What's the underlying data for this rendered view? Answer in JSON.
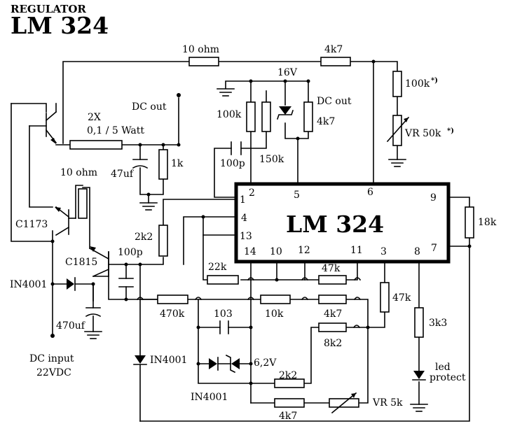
{
  "title": {
    "line1": "REGULATOR",
    "line2": "LM 324"
  },
  "ic": {
    "name": "LM 324",
    "pins": [
      "1",
      "2",
      "5",
      "6",
      "9",
      "4",
      "13",
      "14",
      "10",
      "12",
      "11",
      "3",
      "8",
      "7"
    ]
  },
  "labels": {
    "r_10ohm_top": "10 ohm",
    "r_4k7_top": "4k7",
    "v_16": "16V",
    "dc_out_right": "DC out",
    "r_100k_star": "100k",
    "star1": "*)",
    "r_100k": "100k",
    "r_4k7_zener": "4k7",
    "vr_50k": "VR 50k",
    "star2": "*)",
    "r_150k": "150k",
    "c_100p_top": "100p",
    "dc_out_left": "DC out",
    "r_2x_a": "2X",
    "r_2x_b": "0,1 / 5 Watt",
    "c_47uf": "47uf",
    "r_1k": "1k",
    "r_10ohm_mid": "10 ohm",
    "t_c1173": "C1173",
    "r_2k2_left": "2k2",
    "c_100p_mid": "100p",
    "t_c1815": "C1815",
    "d_in4001_left": "IN4001",
    "c_470uf": "470uf",
    "dc_input": "DC input",
    "dc_input_v": "22VDC",
    "r_18k": "18k",
    "r_22k": "22k",
    "r_47k_h": "47k",
    "r_47k_v": "47k",
    "r_470k": "470k",
    "c_103": "103",
    "r_10k": "10k",
    "r_4k7_mid": "4k7",
    "r_3k3": "3k3",
    "r_8k2": "8k2",
    "d_in4001_mid": "IN4001",
    "z_6v2": "6,2V",
    "r_2k2_bot": "2k2",
    "led_a": "led",
    "led_b": "protect",
    "d_in4001_bot": "IN4001",
    "vr_5k": "VR 5k",
    "r_4k7_bot": "4k7"
  }
}
